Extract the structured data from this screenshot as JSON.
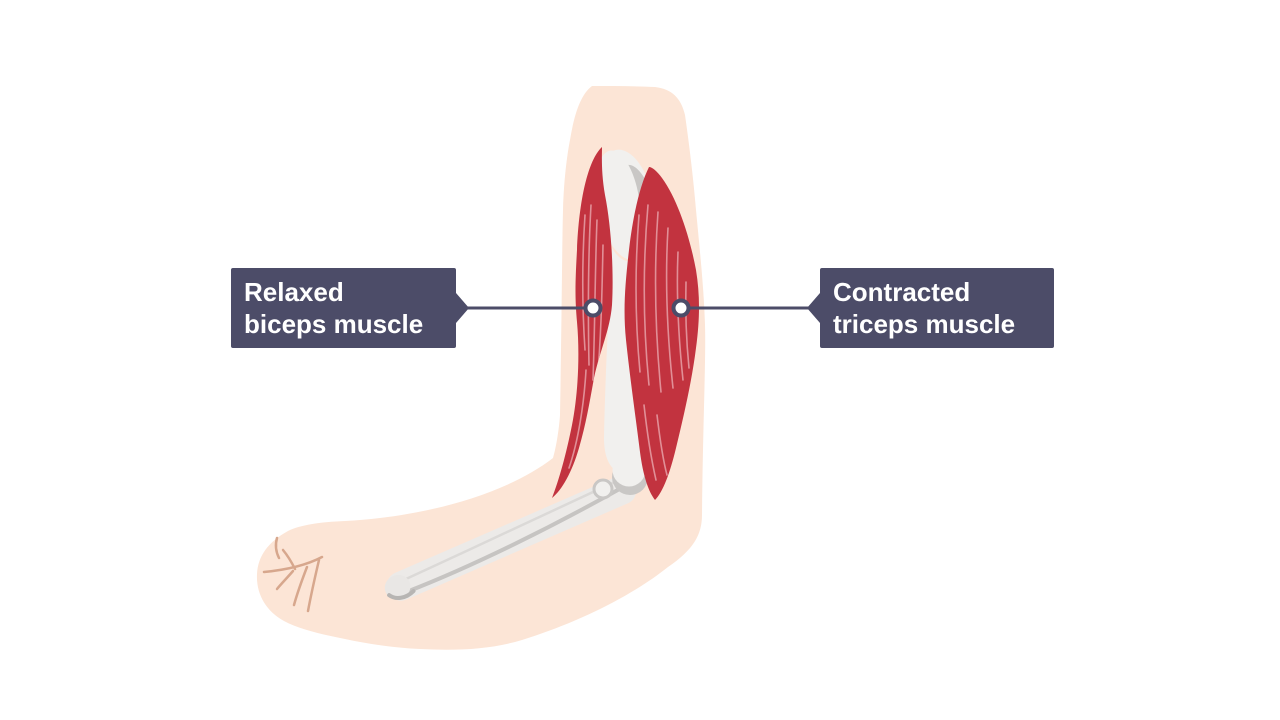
{
  "labels": {
    "left": {
      "line1": "Relaxed",
      "line2": "biceps muscle"
    },
    "right": {
      "line1": "Contracted",
      "line2": "triceps muscle"
    }
  },
  "colors": {
    "background": "#ffffff",
    "label_background": "#4c4c68",
    "label_text": "#ffffff",
    "leader_line": "#4c4c68",
    "anchor_dot_fill": "#ffffff",
    "anchor_dot_ring": "#4c4c68",
    "skin": "#fce5d6",
    "muscle_red": "#c2333f",
    "muscle_striation": "#e59aa1",
    "bone_light": "#f1f0ee",
    "bone_shadow": "#c9c7c5",
    "fist_crease": "#d7a78d"
  }
}
